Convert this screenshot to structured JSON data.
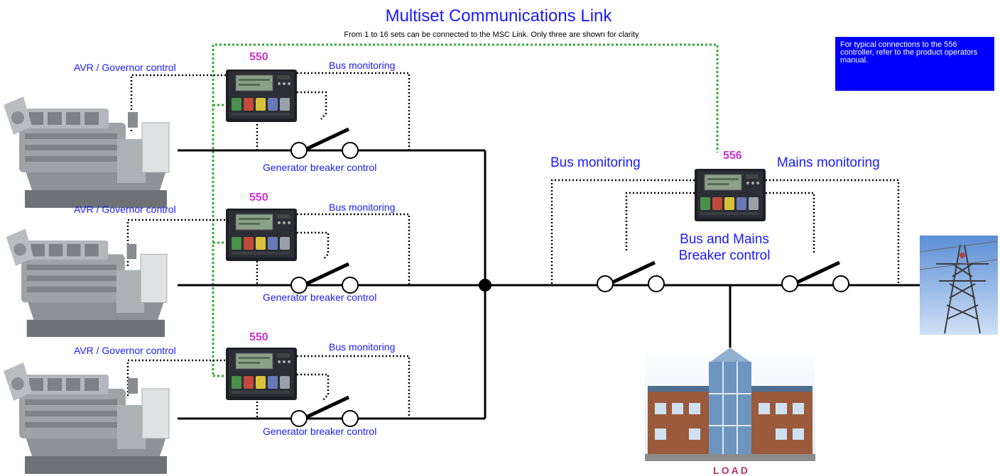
{
  "title": "Multiset Communications Link",
  "subtitle": "From 1 to 16 sets can be connected to the MSC Link. Only three are shown for clarity",
  "info_box": "For typical connections to the 556 controller, refer to the product operators manual.",
  "generator_sets": [
    {
      "controller_model": "550",
      "avr_label": "AVR / Governor control",
      "bus_label": "Bus monitoring",
      "breaker_label": "Generator breaker control"
    },
    {
      "controller_model": "550",
      "avr_label": "AVR / Governor control",
      "bus_label": "Bus monitoring",
      "breaker_label": "Generator breaker control"
    },
    {
      "controller_model": "550",
      "avr_label": "AVR / Governor control",
      "bus_label": "Bus monitoring",
      "breaker_label": "Generator breaker control"
    }
  ],
  "mains_controller": {
    "model": "556",
    "bus_label": "Bus monitoring",
    "mains_label": "Mains monitoring",
    "breaker_label_line1": "Bus and Mains",
    "breaker_label_line2": "Breaker control"
  },
  "load_label": "LOAD",
  "colors": {
    "label_blue": "#1a1aff",
    "model_magenta": "#cc33cc",
    "msc_link_green": "#33aa33",
    "info_box_bg": "#0000ff",
    "wire": "#000000"
  },
  "icons": [
    "engine-generator-icon",
    "controller-icon",
    "breaker-icon",
    "load-building-icon",
    "pylon-icon"
  ]
}
